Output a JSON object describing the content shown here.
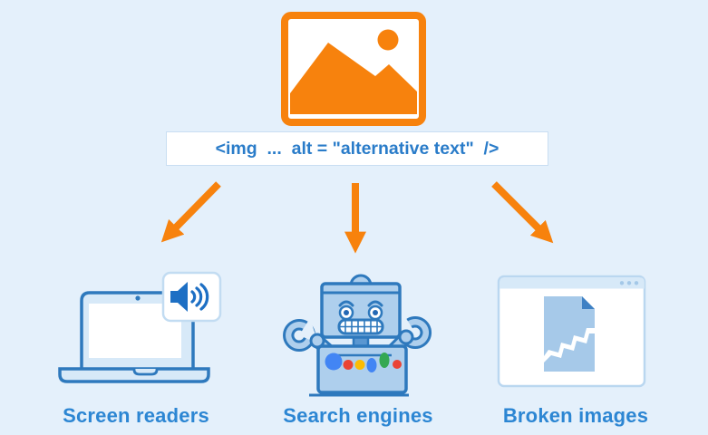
{
  "palette": {
    "background": "#E4F0FB",
    "orange": "#F7820D",
    "outline_blue": "#2E79BD",
    "fill_light_blue": "#AECFED",
    "fill_pale_blue": "#D7E9F8",
    "code_text_blue": "#2A7CC9",
    "label_blue": "#2C86D3",
    "speaker_blue": "#1D6FC4",
    "page_fill_blue": "#A6C9E9",
    "fold_blue": "#3F81C4",
    "google_blue": "#4285F4",
    "google_red": "#EA4335",
    "google_yellow": "#FBBC05",
    "google_green": "#34A853"
  },
  "code_box": {
    "text": "<img  ...  alt = \"alternative text\"  />"
  },
  "branches": [
    {
      "label": "Screen readers",
      "icon": "laptop-with-speaker-icon"
    },
    {
      "label": "Search engines",
      "icon": "search-robot-icon"
    },
    {
      "label": "Broken images",
      "icon": "broken-image-browser-icon"
    }
  ]
}
